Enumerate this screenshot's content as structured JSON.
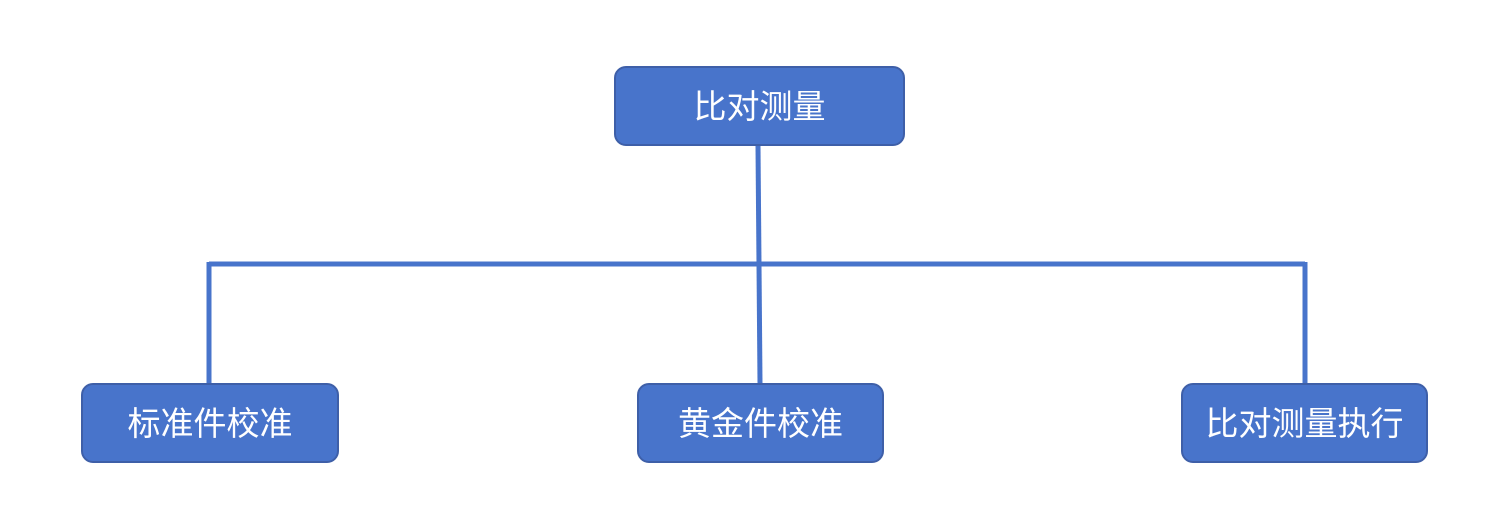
{
  "diagram": {
    "root": {
      "label": "比对测量"
    },
    "children": [
      {
        "label": "标准件校准"
      },
      {
        "label": "黄金件校准"
      },
      {
        "label": "比对测量执行"
      }
    ]
  },
  "colors": {
    "node_fill": "#4874cb",
    "node_border": "#3e5fa8",
    "connector": "#4874cb",
    "text": "#ffffff",
    "background": "#ffffff"
  }
}
